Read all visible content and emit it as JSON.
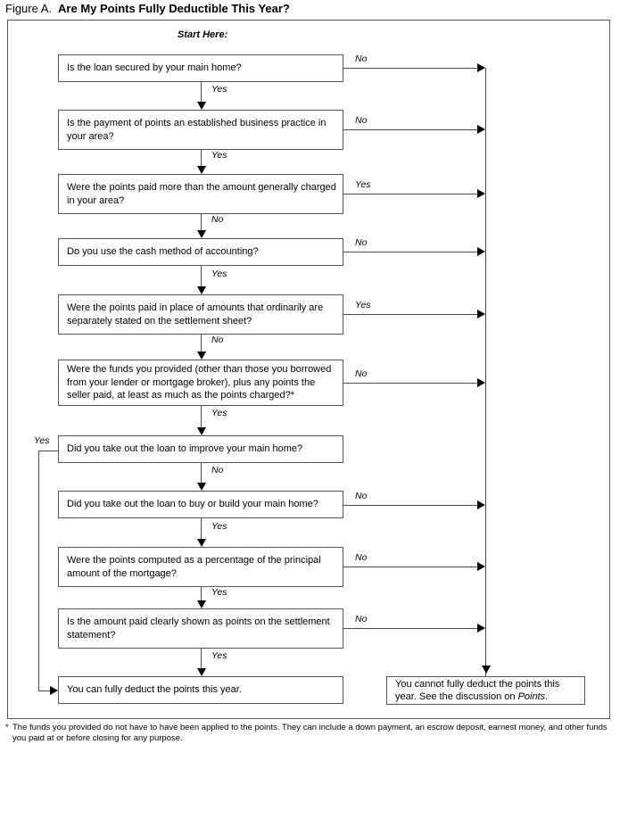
{
  "figure": {
    "label": "Figure A.",
    "title": "Are My Points Fully Deductible This Year?",
    "start_label": "Start Here:"
  },
  "nodes": [
    {
      "id": "q1",
      "text": "Is the loan secured by your main home?"
    },
    {
      "id": "q2",
      "text": "Is the payment of points an established business practice in your area?"
    },
    {
      "id": "q3",
      "text": "Were the points paid more than the amount generally charged in your area?"
    },
    {
      "id": "q4",
      "text": "Do you use the cash method of accounting?"
    },
    {
      "id": "q5",
      "text": "Were the points paid in place of amounts that ordinarily are separately stated on the settlement sheet?"
    },
    {
      "id": "q6",
      "text": "Were the funds you provided (other than those you borrowed from your lender or mortgage broker), plus any points the seller paid, at least as much as the points charged?*"
    },
    {
      "id": "q7",
      "text": "Did you take out the loan to improve your main home?"
    },
    {
      "id": "q8",
      "text": "Did you take out the loan to buy or build your main home?"
    },
    {
      "id": "q9",
      "text": "Were the points computed as a percentage of the principal amount of the mortgage?"
    },
    {
      "id": "q10",
      "text": "Is the amount paid clearly shown as points on the settlement statement?"
    },
    {
      "id": "deductible",
      "text": "You can fully deduct the points this year."
    },
    {
      "id": "not-deductible",
      "text_before": "You cannot fully deduct the points this year. See the discussion on ",
      "text_italic": "Points",
      "text_after": "."
    }
  ],
  "edge_labels": {
    "q1_right": "No",
    "q1_down": "Yes",
    "q2_right": "No",
    "q2_down": "Yes",
    "q3_right": "Yes",
    "q3_down": "No",
    "q4_right": "No",
    "q4_down": "Yes",
    "q5_right": "Yes",
    "q5_down": "No",
    "q6_right": "No",
    "q6_down": "Yes",
    "q7_left": "Yes",
    "q7_down": "No",
    "q8_right": "No",
    "q8_down": "Yes",
    "q9_right": "No",
    "q9_down": "Yes",
    "q10_right": "No",
    "q10_down": "Yes"
  },
  "footnote": {
    "marker": "*",
    "text": "The funds you provided do not have to have been applied to the points. They can include a down payment, an escrow deposit, earnest money, and other funds you paid at or before closing for any purpose."
  },
  "colors": {
    "line": "#4a4a4a",
    "box_border": "#555555",
    "arrow": "#000000",
    "text": "#000000",
    "background": "#ffffff"
  },
  "chart_data": {
    "type": "diagram",
    "title": "Are My Points Fully Deductible This Year?",
    "orientation": "top-to-bottom decision flowchart",
    "flow": [
      {
        "from": "q1",
        "yes": "q2",
        "no": "not-deductible"
      },
      {
        "from": "q2",
        "yes": "q3",
        "no": "not-deductible"
      },
      {
        "from": "q3",
        "yes": "not-deductible",
        "no": "q4"
      },
      {
        "from": "q4",
        "yes": "q5",
        "no": "not-deductible"
      },
      {
        "from": "q5",
        "yes": "not-deductible",
        "no": "q6"
      },
      {
        "from": "q6",
        "yes": "q7",
        "no": "not-deductible"
      },
      {
        "from": "q7",
        "yes": "deductible",
        "no": "q8"
      },
      {
        "from": "q8",
        "yes": "q9",
        "no": "not-deductible"
      },
      {
        "from": "q9",
        "yes": "q10",
        "no": "not-deductible"
      },
      {
        "from": "q10",
        "yes": "deductible",
        "no": "not-deductible"
      }
    ]
  }
}
